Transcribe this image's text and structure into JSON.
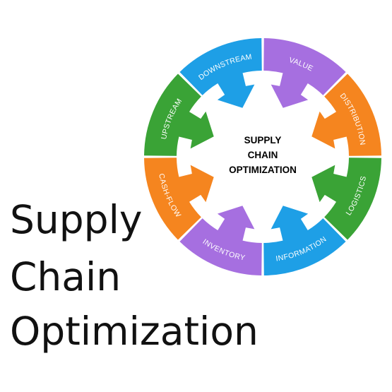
{
  "wheel": {
    "center_lines": [
      "SUPPLY",
      "CHAIN",
      "OPTIMIZATION"
    ],
    "segments": [
      {
        "label": "VALUE",
        "color": "#a66fe0"
      },
      {
        "label": "DISTRIBUTION",
        "color": "#f5851f"
      },
      {
        "label": "LOGISTICS",
        "color": "#3aa336"
      },
      {
        "label": "INFORMATION",
        "color": "#1e9fe6"
      },
      {
        "label": "INVENTORY",
        "color": "#a66fe0"
      },
      {
        "label": "CASH-FLOW",
        "color": "#f5851f"
      },
      {
        "label": "UPSTREAM",
        "color": "#3aa336"
      },
      {
        "label": "DOWNSTREAM",
        "color": "#1e9fe6"
      }
    ]
  },
  "title": {
    "lines": [
      "Supply",
      "Chain",
      "Optimization"
    ]
  }
}
